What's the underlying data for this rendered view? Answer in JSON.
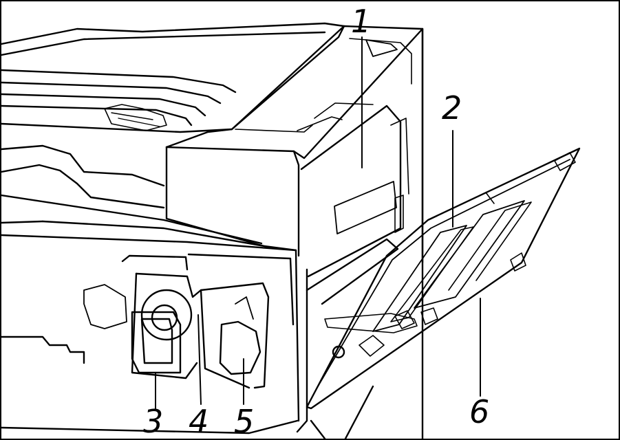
{
  "diagram": {
    "callouts": [
      {
        "id": "c1",
        "text": "1"
      },
      {
        "id": "c2",
        "text": "2"
      },
      {
        "id": "c3",
        "text": "3"
      },
      {
        "id": "c4",
        "text": "4"
      },
      {
        "id": "c5",
        "text": "5"
      },
      {
        "id": "c6",
        "text": "6"
      }
    ],
    "colors": {
      "line": "#000000",
      "background": "#ffffff"
    }
  }
}
